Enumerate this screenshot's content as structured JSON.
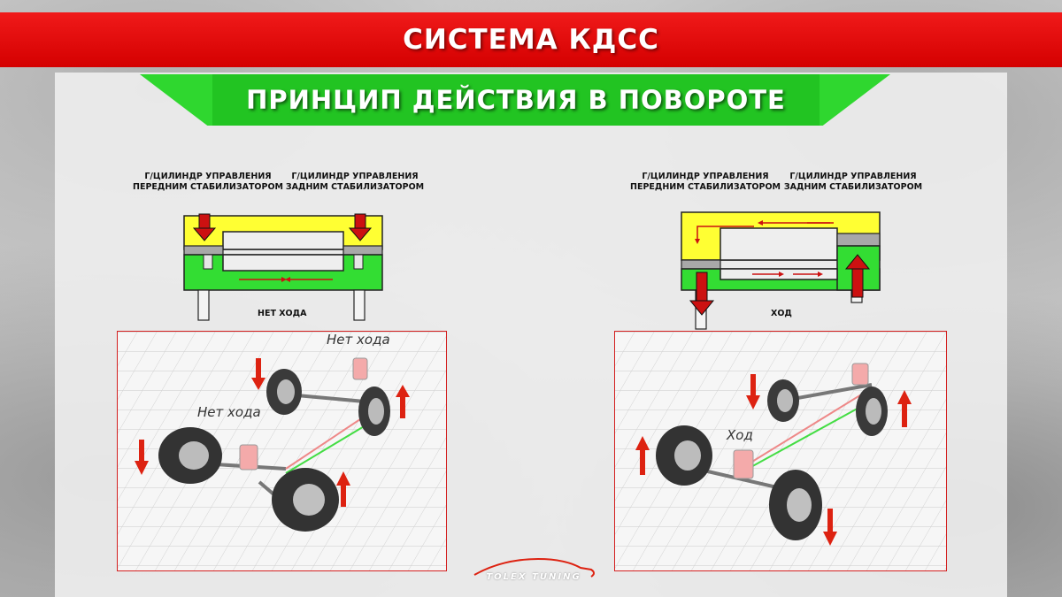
{
  "header": {
    "title": "СИСТЕМА КДСС",
    "subtitle": "ПРИНЦИП ДЕЙСТВИЯ В ПОВОРОТЕ"
  },
  "left_diagram": {
    "front_label": "Г/ЦИЛИНДР УПРАВЛЕНИЯ ПЕРЕДНИМ СТАБИЛИЗАТОРОМ",
    "rear_label": "Г/ЦИЛИНДР УПРАВЛЕНИЯ ЗАДНИМ СТАБИЛИЗАТОРОМ",
    "state": "НЕТ ХОДА",
    "scene_label_top": "Нет хода",
    "scene_label_left": "Нет хода"
  },
  "right_diagram": {
    "front_label": "Г/ЦИЛИНДР УПРАВЛЕНИЯ ПЕРЕДНИМ СТАБИЛИЗАТОРОМ",
    "rear_label": "Г/ЦИЛИНДР УПРАВЛЕНИЯ ЗАДНИМ СТАБИЛИЗАТОРОМ",
    "state": "ХОД",
    "scene_label": "Ход"
  },
  "logo": {
    "text": "TOLEX TUNING"
  },
  "colors": {
    "red_band": "#e00000",
    "green_band": "#22c422",
    "cylinder_yellow": "#ffff33",
    "cylinder_green": "#33dd33",
    "piston_gray": "#a8a8a8",
    "arrow_red": "#cc1111"
  }
}
